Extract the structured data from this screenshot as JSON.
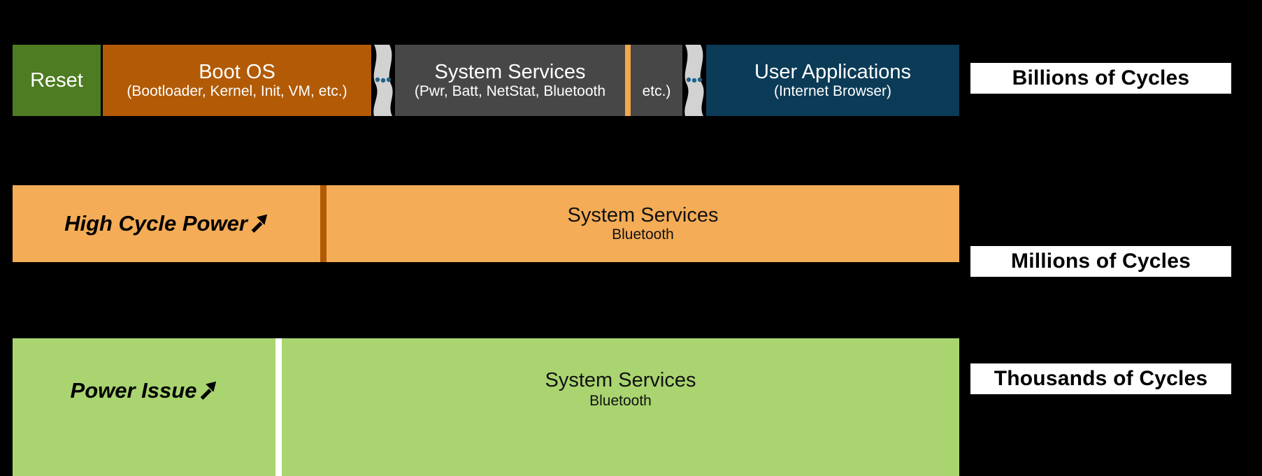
{
  "figure": {
    "background_color": "#000000",
    "rows": [
      {
        "id": "billions",
        "scale_label": "Billions of Cycles",
        "segments": [
          {
            "name": "reset",
            "title": "Reset",
            "subtitle": "",
            "color": "#4e7c22"
          },
          {
            "name": "boot-os",
            "title": "Boot OS",
            "subtitle": "(Bootloader, Kernel, Init, VM, etc.)",
            "color": "#b25a06"
          },
          {
            "name": "system-services",
            "title": "System Services",
            "subtitle": "(Pwr, Batt, NetStat, Bluetooth",
            "color": "#474747"
          },
          {
            "name": "system-services-cont",
            "title": "",
            "subtitle": "etc.)",
            "color": "#474747"
          },
          {
            "name": "user-applications",
            "title": "User Applications",
            "subtitle": "(Internet Browser)",
            "color": "#0b3b57"
          }
        ]
      },
      {
        "id": "millions",
        "scale_label": "Millions of Cycles",
        "color": "#f4ac57",
        "divider_color": "#b25a06",
        "annotation": "High Cycle Power",
        "title": "System Services",
        "subtitle": "Bluetooth"
      },
      {
        "id": "thousands",
        "scale_label": "Thousands of Cycles",
        "color": "#a9d470",
        "divider_color": "#ffffff",
        "annotation": "Power Issue",
        "title": "System Services",
        "subtitle": "Bluetooth"
      }
    ],
    "break_marker": {
      "name": "page-break",
      "fill": "#d2d2d2",
      "dot_color": "#1f6386",
      "dot_count": 3
    }
  }
}
